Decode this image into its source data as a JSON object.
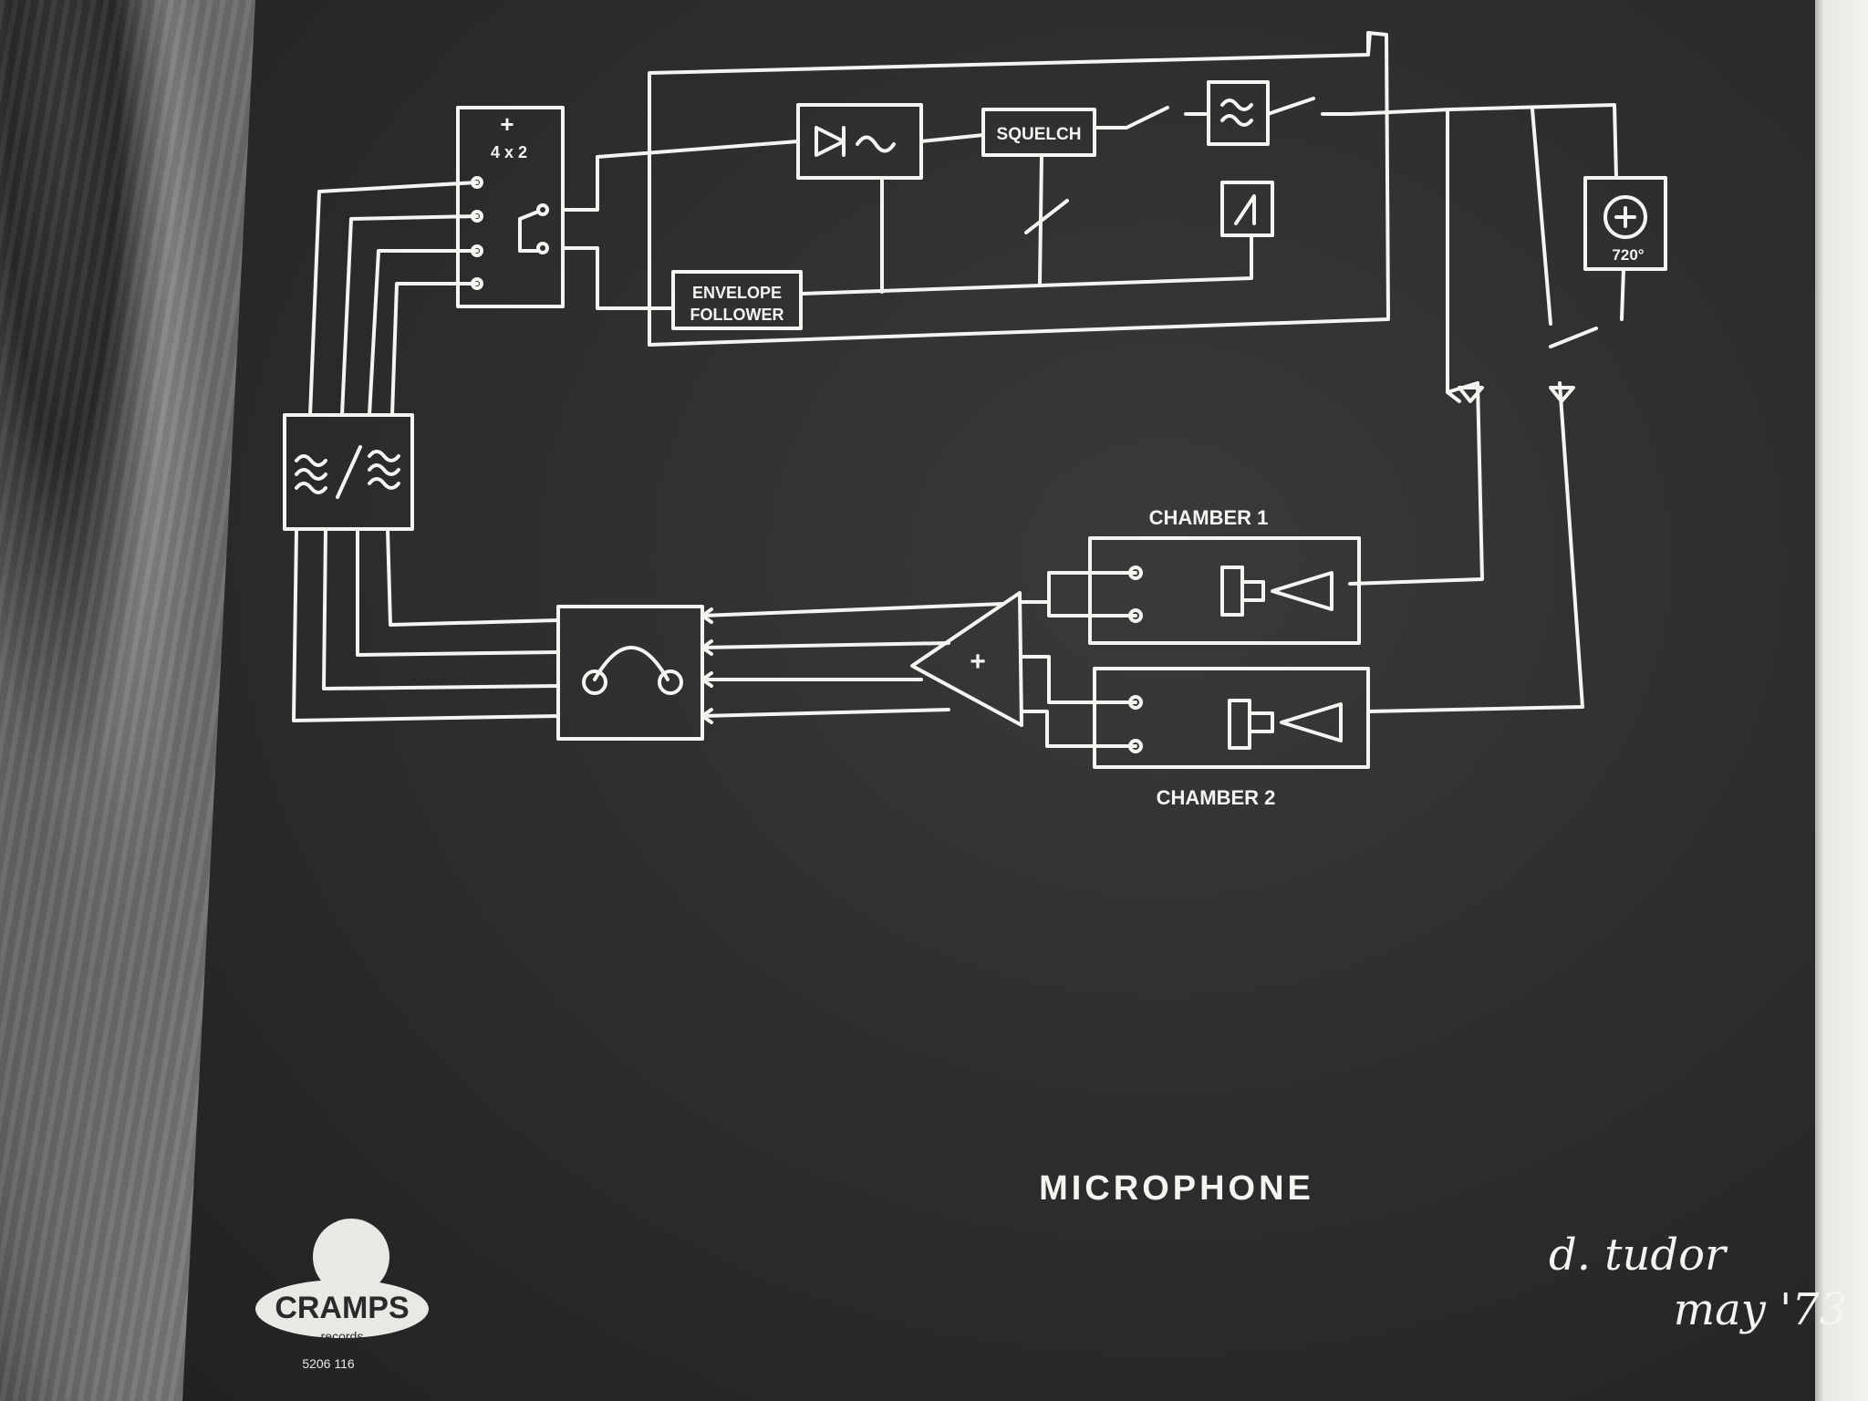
{
  "diagram": {
    "title": "MICROPHONE",
    "signature": "d. tudor",
    "date": "may '73",
    "blocks": {
      "mixer_sign": "+",
      "mixer_label": "4 x 2",
      "squelch": "SQUELCH",
      "envelope_line1": "ENVELOPE",
      "envelope_line2": "FOLLOWER",
      "rotation": "720°",
      "amp_sign": "+",
      "chamber1": "CHAMBER 1",
      "chamber2": "CHAMBER 2"
    }
  },
  "logo": {
    "name": "CRAMPS",
    "sub": "records",
    "catalog": "5206 116"
  },
  "colors": {
    "line": "#f4f4f0",
    "paper": "#2c2c2c"
  }
}
